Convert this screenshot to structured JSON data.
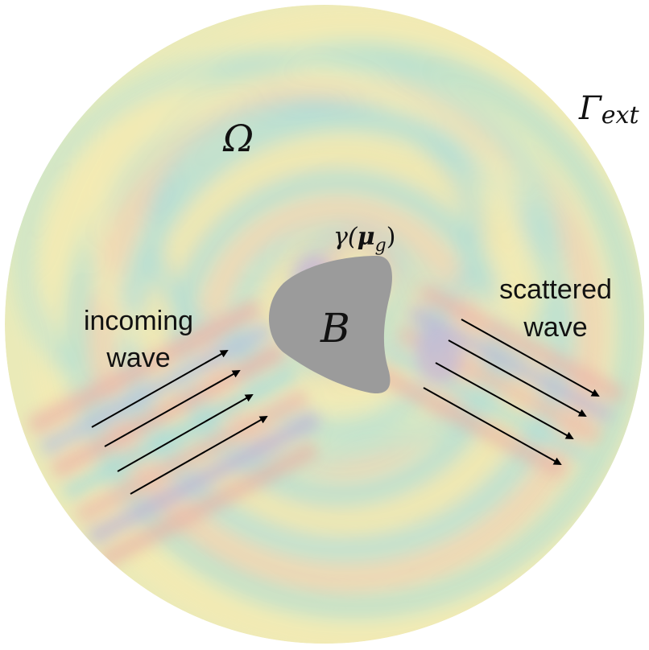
{
  "labels": {
    "domain": "Ω",
    "boundary_main": "Γ",
    "boundary_sub": "ext",
    "interface_gamma": "γ(",
    "interface_mu": "μ",
    "interface_sub": "g",
    "interface_close": ")",
    "body": "B",
    "incoming_line1": "incoming",
    "incoming_line2": "wave",
    "scattered_line1": "scattered",
    "scattered_line2": "wave"
  },
  "colors": {
    "body_fill": "#9b9b9b",
    "arrow": "#000000",
    "wave_light": "#f2e6a6",
    "wave_mid": "#bfdcaa",
    "wave_cool": "#9fd6d3",
    "wave_red": "#e8b39d",
    "wave_purple": "#b7a9cc"
  }
}
